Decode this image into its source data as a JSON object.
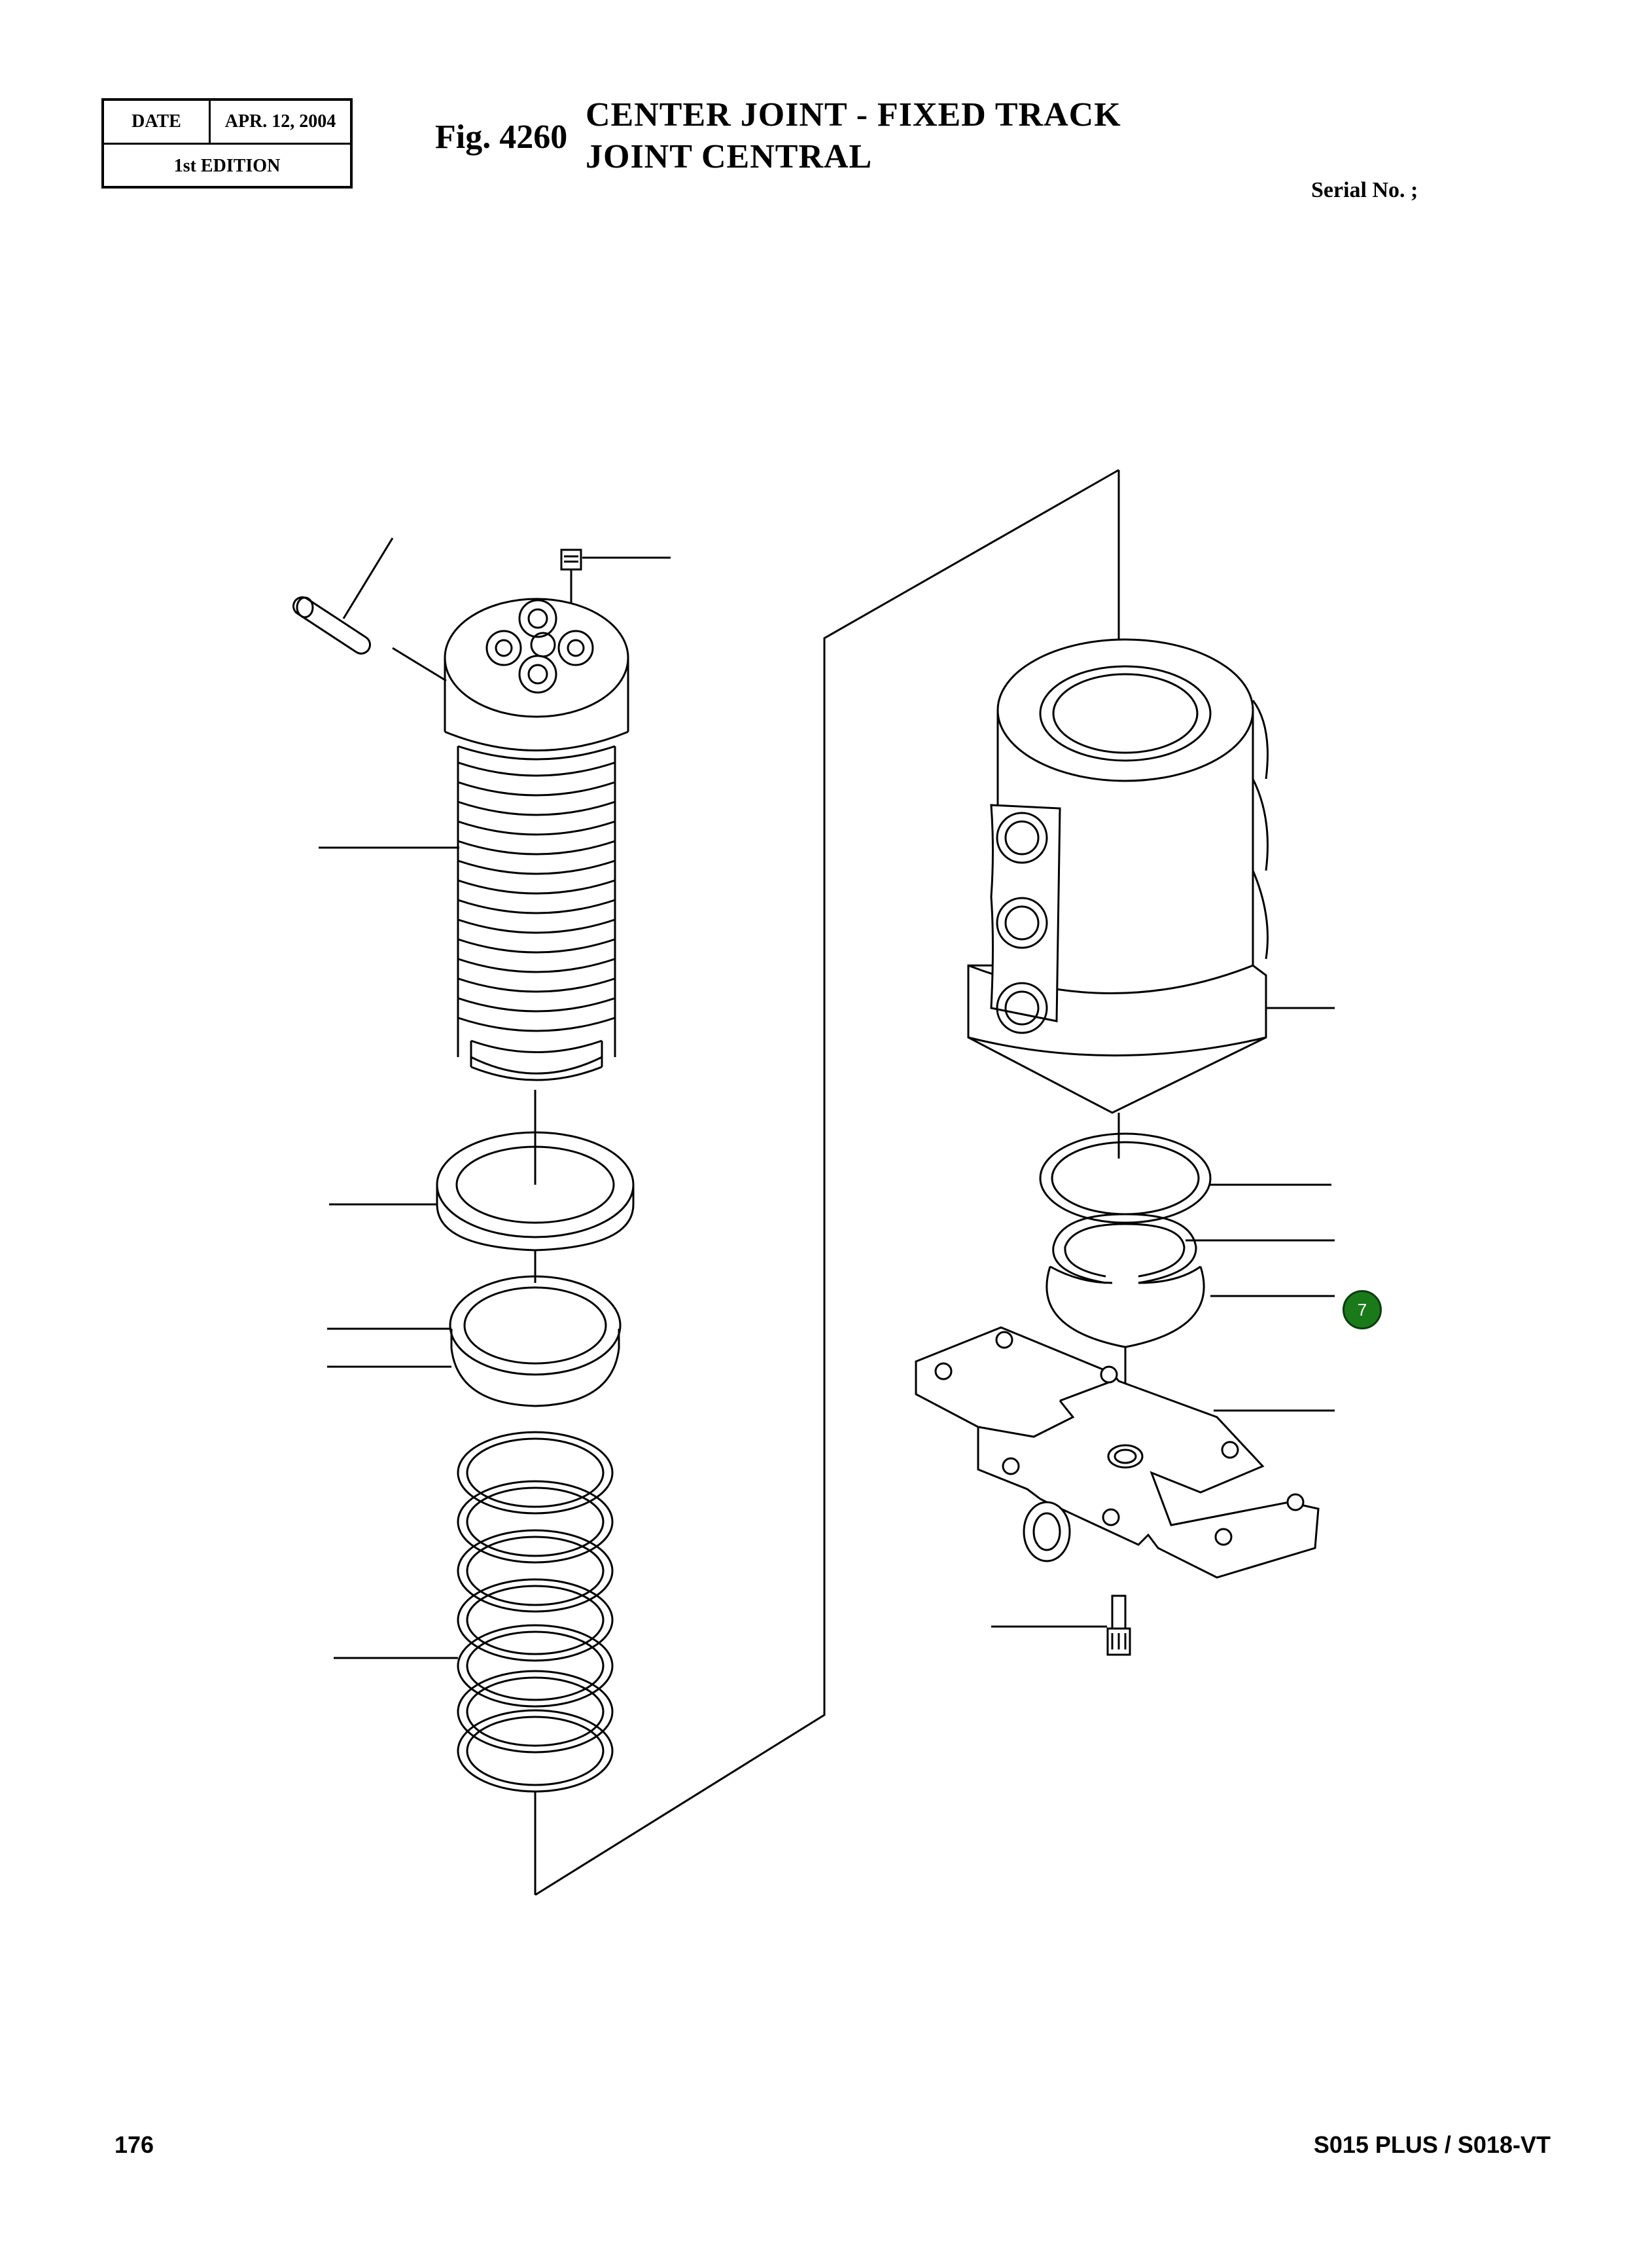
{
  "header": {
    "date_label": "DATE",
    "date_value": "APR. 12, 2004",
    "edition": "1st EDITION",
    "fig_number": "Fig. 4260",
    "title_en": "CENTER JOINT - FIXED TRACK",
    "title_fr": "JOINT CENTRAL",
    "serial": "Serial No. ;"
  },
  "diagram": {
    "callout_label": "7",
    "callout_color": "#1a7a1a"
  },
  "footer": {
    "page_number": "176",
    "model": "S015 PLUS / S018-VT"
  }
}
